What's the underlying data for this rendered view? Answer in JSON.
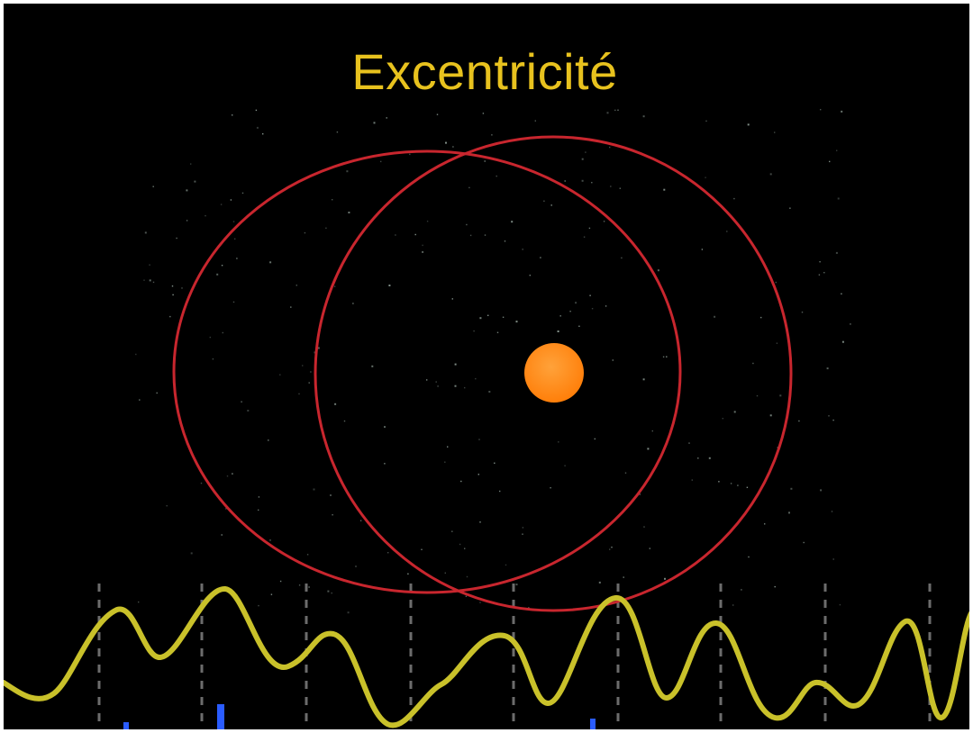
{
  "title": "Excentricité",
  "colors": {
    "background": "#000000",
    "title": "#e8c21e",
    "orbit": "#c8262e",
    "sun": "#ff8a14",
    "curve": "#c9c12a",
    "gridline": "#6c6c6c",
    "blue_marks": "#2a5cff"
  },
  "objects": {
    "sun": "sun",
    "orbits": [
      "orbit-left",
      "orbit-right"
    ],
    "curve": "eccentricity-curve"
  }
}
